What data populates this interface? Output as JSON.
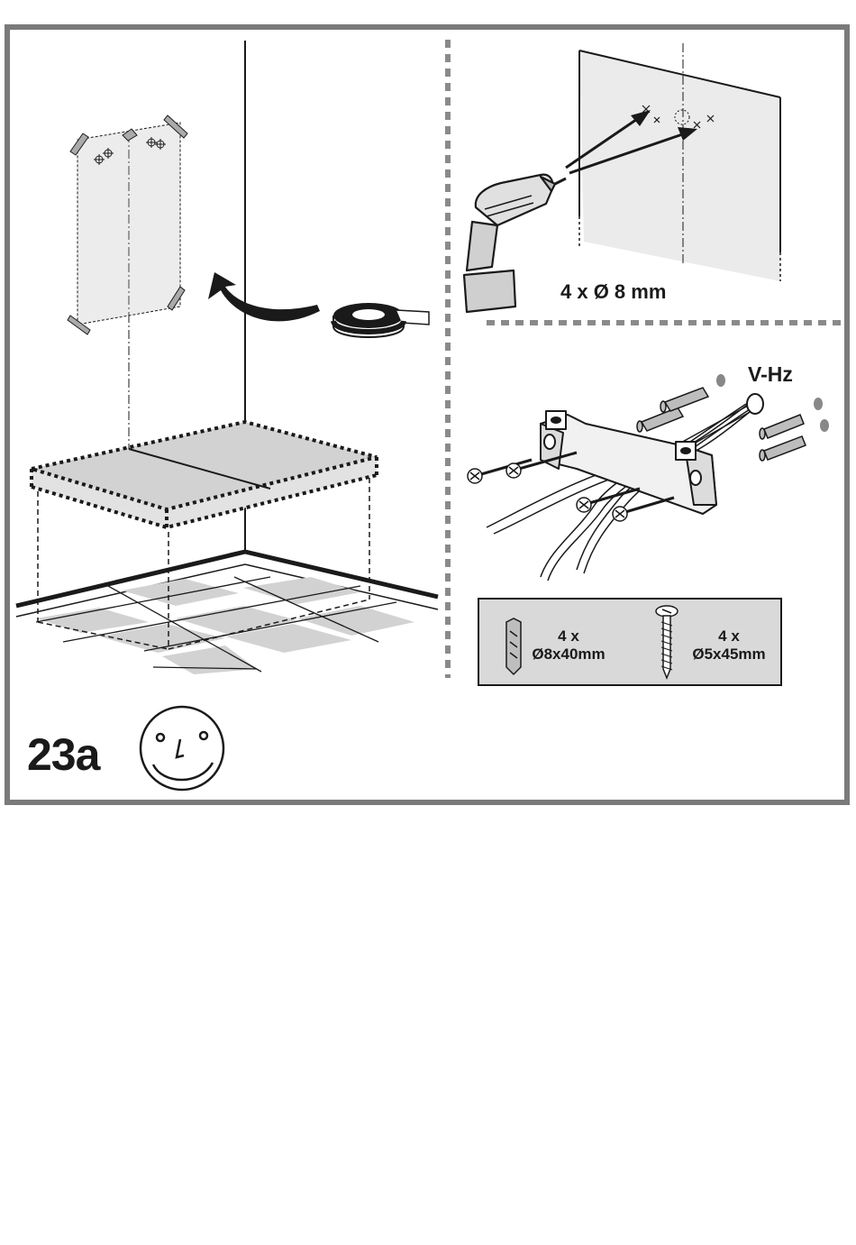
{
  "drill": {
    "hole_spec": "4 x Ø 8 mm"
  },
  "electrical": {
    "label": "V-Hz"
  },
  "kit": {
    "plugs": {
      "count": "4 x",
      "size": "Ø8x40mm"
    },
    "screws": {
      "count": "4 x",
      "size": "Ø5x45mm"
    }
  },
  "step": {
    "label": "23a"
  },
  "colors": {
    "frame": "#7a7a7a",
    "shade": "#d2d2d2",
    "ink": "#1a1a1a",
    "kit_bg": "#d9d9d9"
  }
}
